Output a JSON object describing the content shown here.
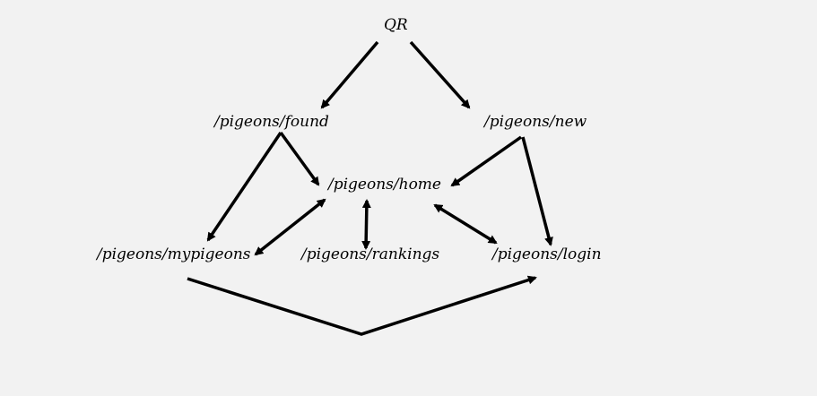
{
  "diagram": {
    "nodes": [
      {
        "id": "qr",
        "label": "QR"
      },
      {
        "id": "found",
        "label": "/pigeons/found"
      },
      {
        "id": "new",
        "label": "/pigeons/new"
      },
      {
        "id": "home",
        "label": "/pigeons/home"
      },
      {
        "id": "mypigeons",
        "label": "/pigeons/mypigeons"
      },
      {
        "id": "rankings",
        "label": "/pigeons/rankings"
      },
      {
        "id": "login",
        "label": "/pigeons/login"
      }
    ],
    "edges": [
      {
        "from": "qr",
        "to": "found",
        "direction": "forward"
      },
      {
        "from": "qr",
        "to": "new",
        "direction": "forward"
      },
      {
        "from": "found",
        "to": "home",
        "direction": "forward"
      },
      {
        "from": "found",
        "to": "mypigeons",
        "direction": "forward"
      },
      {
        "from": "new",
        "to": "home",
        "direction": "forward"
      },
      {
        "from": "new",
        "to": "login",
        "direction": "forward"
      },
      {
        "from": "mypigeons",
        "to": "home",
        "direction": "both"
      },
      {
        "from": "home",
        "to": "rankings",
        "direction": "both"
      },
      {
        "from": "home",
        "to": "login",
        "direction": "both"
      },
      {
        "from": "mypigeons",
        "to": "login",
        "direction": "forward",
        "routing": "bent"
      }
    ],
    "colors": {
      "background": "#f2f2f2",
      "line": "#000000",
      "text": "#000000"
    }
  }
}
